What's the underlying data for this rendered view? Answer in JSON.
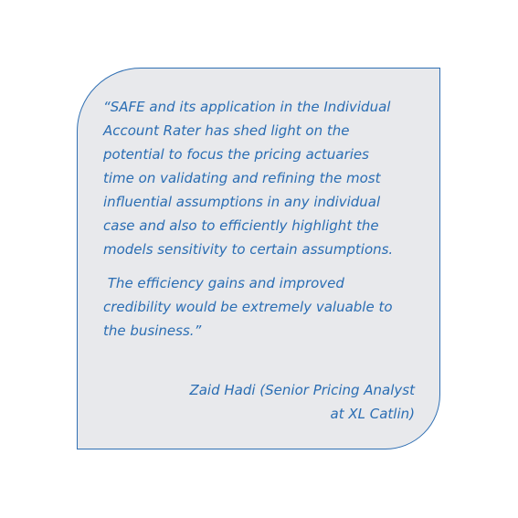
{
  "quote": {
    "paragraph1": [
      "“SAFE and its application in the Individual",
      "Account Rater has shed light on the",
      "potential to focus the pricing actuaries",
      "time on validating and refining the most",
      "influential assumptions in any individual",
      "case and also to efficiently highlight the",
      "models sensitivity to certain assumptions."
    ],
    "paragraph2": [
      " The efficiency gains and improved",
      "credibility would be extremely valuable to",
      "the business.”"
    ],
    "attribution": [
      "Zaid Hadi (Senior Pricing Analyst",
      "at XL Catlin)"
    ]
  },
  "colors": {
    "text": "#2a6db3",
    "card_background": "#e8e9ec",
    "card_border": "#2f6fb3"
  }
}
